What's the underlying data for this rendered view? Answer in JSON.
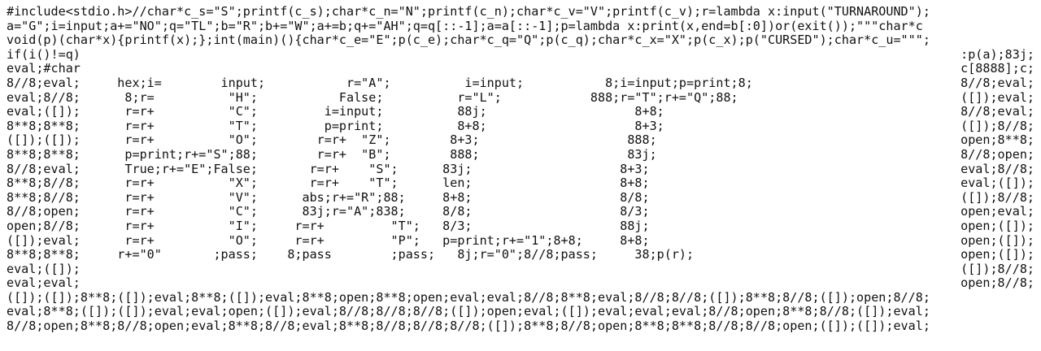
{
  "lines": [
    {
      "left": "#include<stdio.h>//char*c_s=\"S\";printf(c_s);char*c_n=\"N\";printf(c_n);char*c_v=\"V\";printf(c_v);r=lambda x:input(\"TURNAROUND\");",
      "right": ""
    },
    {
      "left": "a=\"G\";i=input;a+=\"NO\";q=\"TL\";b=\"R\";b+=\"W\";a+=b;q+=\"AH\";q=q[::-1];a=a[::-1];p=lambda x:print(x,end=b[:0])or(exit());\"\"\"char*c",
      "right": ""
    },
    {
      "left": "void(p)(char*x){printf(x);};int(main)(){char*c_e=\"E\";p(c_e);char*c_q=\"Q\";p(c_q);char*c_x=\"X\";p(c_x);p(\"CURSED\");char*c_u=\"\"\";",
      "right": ""
    },
    {
      "left": "if(i()!=q)",
      "right": ":p(a);83j;"
    },
    {
      "left": "eval;#char",
      "right": "c[8888];c;"
    },
    {
      "left": "8//8;eval;     hex;i=        input;           r=\"A\";          i=input;           8;i=input;p=print;8;",
      "right": "8//8;eval;"
    },
    {
      "left": "eval;8//8;      8;r=          \"H\";           False;          r=\"L\";            888;r=\"T\";r+=\"Q\";88;",
      "right": "([]);eval;"
    },
    {
      "left": "eval;([]);      r=r+          \"C\";         i=input;          88j;                    8+8;",
      "right": "8//8;eval;"
    },
    {
      "left": "8**8;8**8;      r=r+          \"T\";         p=print;          8+8;                    8+3;",
      "right": "([]);8//8;"
    },
    {
      "left": "([]);([]);      r=r+          \"O\";        r=r+  \"Z\";        8+3;                    888;",
      "right": "open;8**8;"
    },
    {
      "left": "8**8;8**8;      p=print;r+=\"S\";88;        r=r+  \"B\";        888;                    83j;",
      "right": "8//8;open;"
    },
    {
      "left": "8//8;eval;      True;r+=\"E\";False;       r=r+    \"S\";      83j;                    8+3;",
      "right": "eval;8//8;"
    },
    {
      "left": "8**8;8//8;      r=r+          \"X\";       r=r+    \"T\";      len;                    8+8;",
      "right": "eval;([]);"
    },
    {
      "left": "8**8;8//8;      r=r+          \"V\";      abs;r+=\"R\";88;     8+8;                    8/8;",
      "right": "([]);8//8;"
    },
    {
      "left": "8//8;open;      r=r+          \"C\";      83j;r=\"A\";838;     8/8;                    8/3;",
      "right": "open;eval;"
    },
    {
      "left": "open;8//8;      r=r+          \"I\";     r=r+         \"T\";   8/3;                    88j;",
      "right": "open;([]);"
    },
    {
      "left": "([]);eval;      r=r+          \"O\";     r=r+         \"P\";   p=print;r+=\"1\";8+8;     8+8;",
      "right": "open;([]);"
    },
    {
      "left": "8**8;8**8;     r+=\"0\"       ;pass;    8;pass        ;pass;   8j;r=\"0\";8//8;pass;     38;p(r);",
      "right": "open;([]);"
    },
    {
      "left": "eval;([]);",
      "right": "([]);8//8;"
    },
    {
      "left": "eval;eval;",
      "right": "open;8//8;"
    },
    {
      "left": "([]);([]);8**8;([]);eval;8**8;([]);eval;8**8;open;8**8;open;eval;eval;8//8;8**8;eval;8//8;8//8;([]);8**8;8//8;([]);open;8//8;",
      "right": ""
    },
    {
      "left": "eval;8**8;([]);([]);eval;eval;open;([]);eval;8//8;8//8;8//8;([]);open;eval;([]);eval;eval;eval;8//8;open;8**8;8//8;([]);eval;",
      "right": ""
    },
    {
      "left": "8//8;open;8**8;8//8;open;eval;8**8;8//8;eval;8**8;8//8;8//8;8//8;([]);8**8;8//8;open;8**8;8**8;8//8;8//8;open;([]);([]);eval;",
      "right": ""
    }
  ]
}
